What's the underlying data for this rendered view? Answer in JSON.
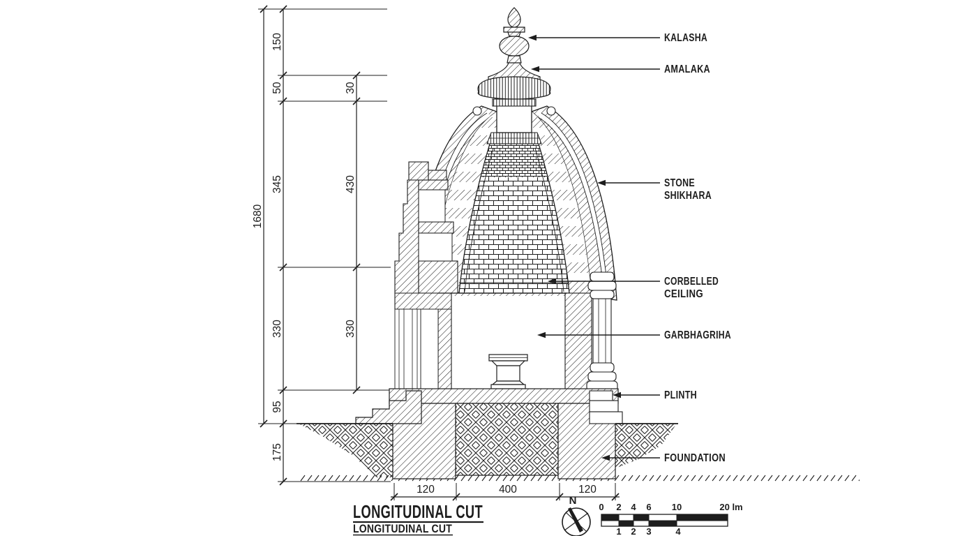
{
  "titles": {
    "main": "LONGITUDINAL CUT",
    "sub": "LONGITUDINAL CUT"
  },
  "labels": {
    "kalasha": "KALASHA",
    "amalaka": "AMALAKA",
    "stone_shikhara_line1": "STONE",
    "stone_shikhara_line2": "SHIKHARA",
    "corbelled_ceiling_line1": "CORBELLED",
    "corbelled_ceiling_line2": "CEILING",
    "garbhagriha": "GARBHAGRIHA",
    "plinth": "PLINTH",
    "foundation": "FOUNDATION"
  },
  "dimensions": {
    "vertical": {
      "v150": "150",
      "v50": "50",
      "v30": "30",
      "v345": "345",
      "v430": "430",
      "v1680": "1680",
      "v330_left": "330",
      "v330_inner": "330",
      "v95": "95",
      "v175": "175"
    },
    "horizontal": {
      "h120_left": "120",
      "h400": "400",
      "h120_right": "120"
    }
  },
  "compass": {
    "north": "N"
  },
  "scale_bar": {
    "top_labels": [
      "0",
      "2",
      "4",
      "6",
      "10",
      "20 lm"
    ],
    "bottom_labels": [
      "1",
      "2",
      "3",
      "4"
    ]
  },
  "colors": {
    "ink": "#1d1d1d",
    "paper": "#ffffff"
  }
}
